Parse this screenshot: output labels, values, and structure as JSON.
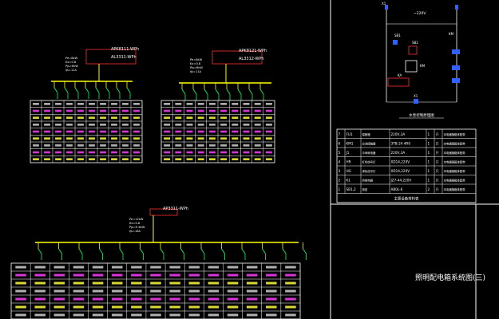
{
  "panel1": {
    "feeder_top": "APK8111-WPh",
    "feeder_mid": "AL3311-WPh",
    "label_lines": [
      "Pe=8kW",
      "Kx=0.8",
      "Pjs=6kW",
      "Ijs=11A"
    ]
  },
  "panel2": {
    "feeder_top": "APK8121-WPh",
    "feeder_mid": "AL3312-WPh",
    "label_lines": [
      "Pe=8kW",
      "Kx=0.8",
      "Pjs=6kW",
      "Ijs=11A"
    ]
  },
  "panel3": {
    "feeder": "AP3311-WPh",
    "label_lines": [
      "Pe=12kW",
      "Kx=0.8",
      "Pjs=9.6kW",
      "Ijs=18A"
    ]
  },
  "control": {
    "voltage": "~220V",
    "labels": [
      "SB1",
      "SB2",
      "KM",
      "KA",
      "X1",
      "X1",
      "KM"
    ],
    "caption": "水泵控制原理图"
  },
  "material_table": {
    "rows": [
      {
        "no": "7",
        "code": "FU1",
        "name": "熔断器",
        "spec": "220V,3A",
        "qty": "1",
        "unit": "只",
        "note": "本电器随箱体配带"
      },
      {
        "no": "6",
        "code": "KM1",
        "name": "交流接触器",
        "spec": "3TB-24 4R0",
        "qty": "1",
        "unit": "只",
        "note": "本电器随箱体配带"
      },
      {
        "no": "5",
        "code": "J1",
        "name": "中间继电器",
        "spec": "220V,3A",
        "qty": "1",
        "unit": "只",
        "note": "本电器随箱体配带"
      },
      {
        "no": "4",
        "code": "HR",
        "name": "红色信号灯",
        "spec": "XD14,220V",
        "qty": "1",
        "unit": "只",
        "note": "本电器随箱体配带"
      },
      {
        "no": "3",
        "code": "HG",
        "name": "绿色信号灯",
        "spec": "XD14,220V",
        "qty": "1",
        "unit": "只",
        "note": "本电器随箱体配带"
      },
      {
        "no": "2",
        "code": "K1",
        "name": "热继电器",
        "spec": "JZ7-44,220V",
        "qty": "1",
        "unit": "只",
        "note": "本电器随箱体配带"
      },
      {
        "no": "1",
        "code": "SB1,2",
        "name": "按钮",
        "spec": "AB0L-6",
        "qty": "2",
        "unit": "只",
        "note": "本电器随箱体配带"
      }
    ],
    "footer": "主要设备材料表"
  },
  "title_block": {
    "title": "照明配电箱系统图(三)"
  }
}
